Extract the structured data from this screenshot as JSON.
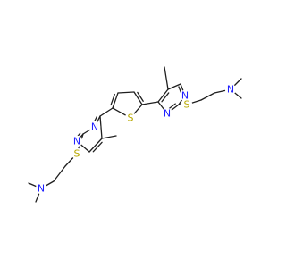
{
  "molecule": {
    "atom_colors": {
      "C": "#1f1f1f",
      "N": "#2020ff",
      "S": "#b8a800"
    },
    "atoms": [
      {
        "id": "S_thio",
        "el": "S",
        "label": "S"
      },
      {
        "id": "N_p1a",
        "el": "N",
        "label": "N"
      },
      {
        "id": "N_p1b",
        "el": "N",
        "label": "N"
      },
      {
        "id": "S_link1",
        "el": "S",
        "label": "S"
      },
      {
        "id": "N_amine1",
        "el": "N",
        "label": "N"
      },
      {
        "id": "N_p2a",
        "el": "N",
        "label": "N"
      },
      {
        "id": "N_p2b",
        "el": "N",
        "label": "N"
      },
      {
        "id": "S_link2",
        "el": "S",
        "label": "S"
      },
      {
        "id": "N_amine2",
        "el": "N",
        "label": "N"
      }
    ]
  }
}
